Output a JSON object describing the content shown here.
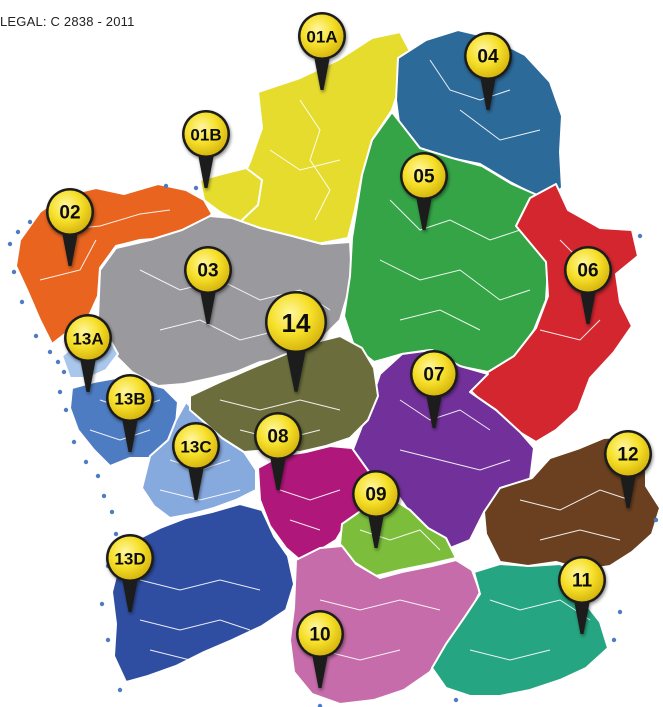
{
  "legal_text": "LEGAL: C 2838 - 2011",
  "regions": [
    {
      "id": "01A",
      "color": "#e6dc2e"
    },
    {
      "id": "01B",
      "color": "#e6dc2e"
    },
    {
      "id": "02",
      "color": "#e8641f"
    },
    {
      "id": "03",
      "color": "#9a9a9e"
    },
    {
      "id": "04",
      "color": "#2c6a9a"
    },
    {
      "id": "05",
      "color": "#34a447"
    },
    {
      "id": "06",
      "color": "#d3262f"
    },
    {
      "id": "07",
      "color": "#72319a"
    },
    {
      "id": "08",
      "color": "#b0177a"
    },
    {
      "id": "09",
      "color": "#7cbd3c"
    },
    {
      "id": "10",
      "color": "#c66caa"
    },
    {
      "id": "11",
      "color": "#25a581"
    },
    {
      "id": "12",
      "color": "#6a4020"
    },
    {
      "id": "13A",
      "color": "#a9c7ec"
    },
    {
      "id": "13B",
      "color": "#4e7cc2"
    },
    {
      "id": "13C",
      "color": "#86a9de"
    },
    {
      "id": "13D",
      "color": "#2f4ea2"
    },
    {
      "id": "14",
      "color": "#6b6e3c"
    }
  ],
  "pins": [
    {
      "label": "01A"
    },
    {
      "label": "01B"
    },
    {
      "label": "02"
    },
    {
      "label": "03"
    },
    {
      "label": "04"
    },
    {
      "label": "05"
    },
    {
      "label": "06"
    },
    {
      "label": "07"
    },
    {
      "label": "08"
    },
    {
      "label": "09"
    },
    {
      "label": "10"
    },
    {
      "label": "11"
    },
    {
      "label": "12"
    },
    {
      "label": "13A"
    },
    {
      "label": "13B"
    },
    {
      "label": "13C"
    },
    {
      "label": "13D"
    },
    {
      "label": "14"
    }
  ],
  "pin_color": "#f6e02a",
  "pin_stem_color": "#1e1e1e"
}
